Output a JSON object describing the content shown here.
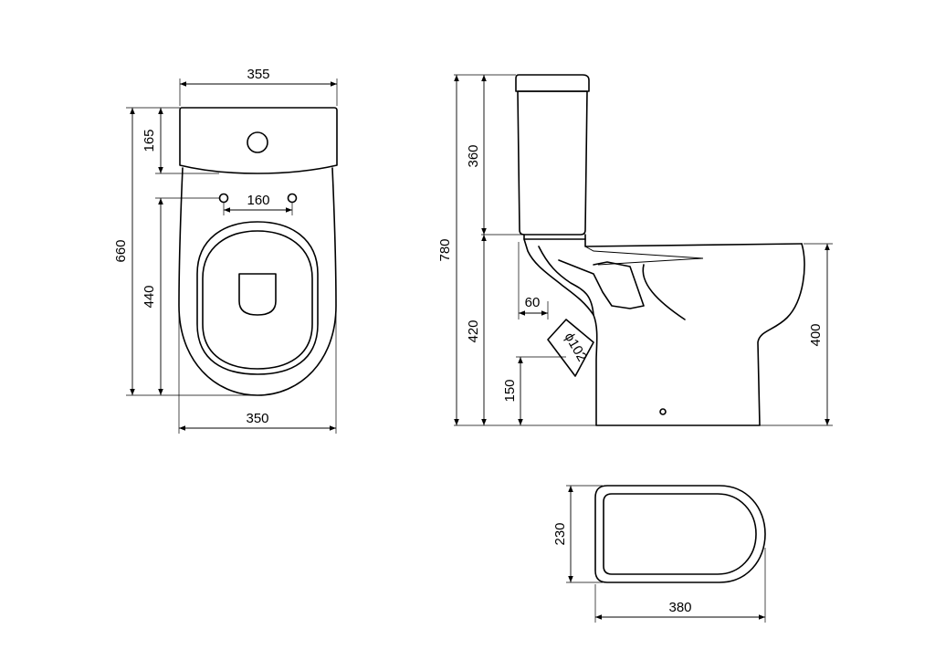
{
  "drawing": {
    "top_view": {
      "width_tank": "355",
      "tank_depth": "165",
      "hole_spacing": "160",
      "total_length": "660",
      "bowl_length": "440",
      "width_bowl": "350"
    },
    "side_view": {
      "tank_height": "360",
      "total_height": "780",
      "seat_height_rear": "420",
      "outlet_offset": "60",
      "outlet_diameter": "ϕ102",
      "outlet_height": "150",
      "seat_height_front": "400"
    },
    "seat_section": {
      "height": "230",
      "width": "380"
    }
  }
}
